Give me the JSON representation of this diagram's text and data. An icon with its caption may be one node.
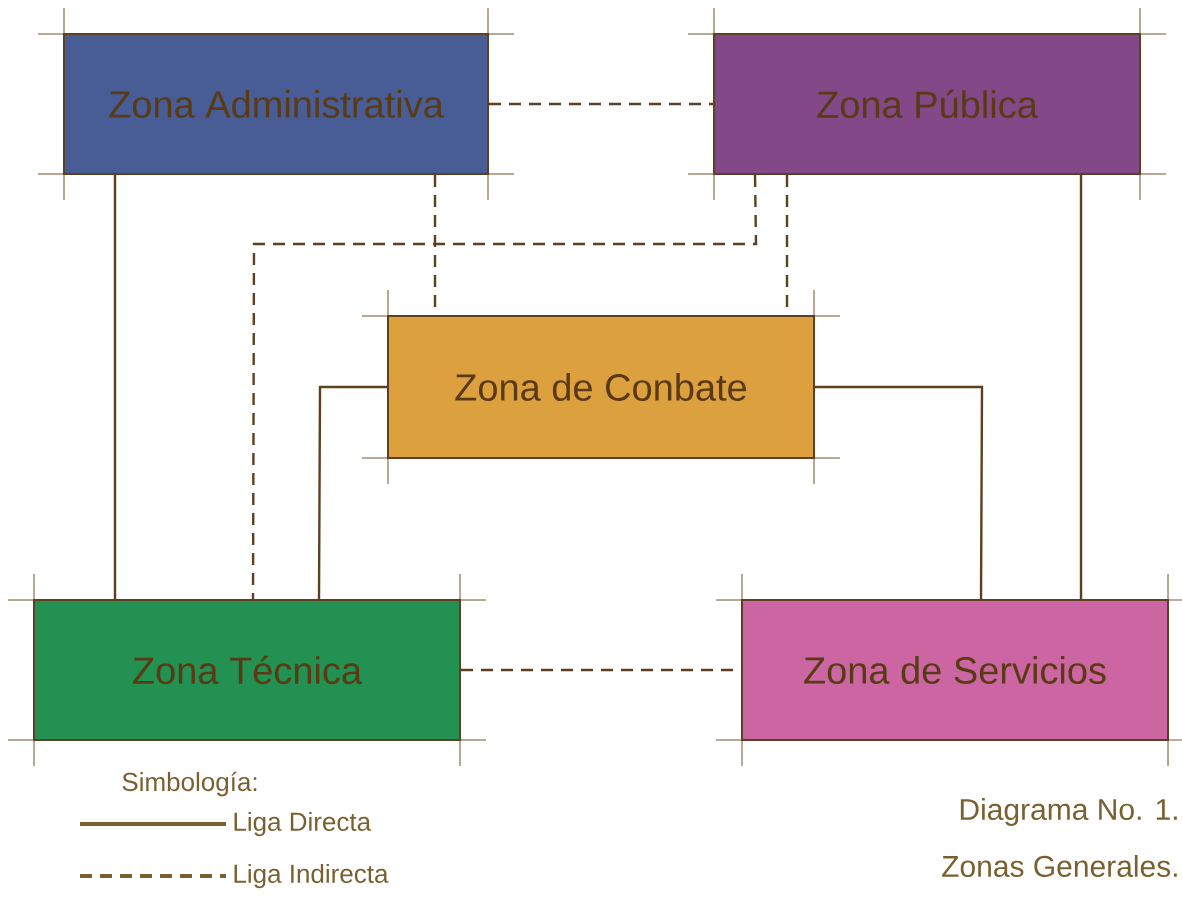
{
  "diagram": {
    "nodes": [
      {
        "text": [
          "Zona Administrativa"
        ]
      },
      {
        "text": [
          "Zona Pública"
        ]
      },
      {
        "text": [
          "Zona de Conbate"
        ]
      },
      {
        "text": [
          "Zona Técnica"
        ]
      },
      {
        "text": [
          "Zona de Servicios"
        ]
      }
    ],
    "edges": [
      {
        "from": 0,
        "to": 1,
        "arrow": "none",
        "style": "dashed"
      },
      {
        "from": 0,
        "to": 2,
        "arrow": "none",
        "style": "dashed"
      },
      {
        "from": 0,
        "to": 3,
        "arrow": "none"
      },
      {
        "from": 1,
        "to": 3,
        "arrow": "none",
        "style": "dashed"
      },
      {
        "from": 1,
        "to": 2,
        "arrow": "none",
        "style": "dashed"
      },
      {
        "from": 1,
        "to": 4,
        "arrow": "none"
      },
      {
        "from": 2,
        "to": 3,
        "arrow": "none"
      },
      {
        "from": 2,
        "to": 4,
        "arrow": "none"
      },
      {
        "from": 3,
        "to": 4,
        "arrow": "none",
        "style": "dashed"
      }
    ],
    "labels": [
      "Simbología:",
      "Diagrama No. 1.",
      "Zonas Generales."
    ],
    "legend": [
      {
        "text": "Liga Directa"
      },
      {
        "text": "Liga Indirecta"
      }
    ]
  }
}
